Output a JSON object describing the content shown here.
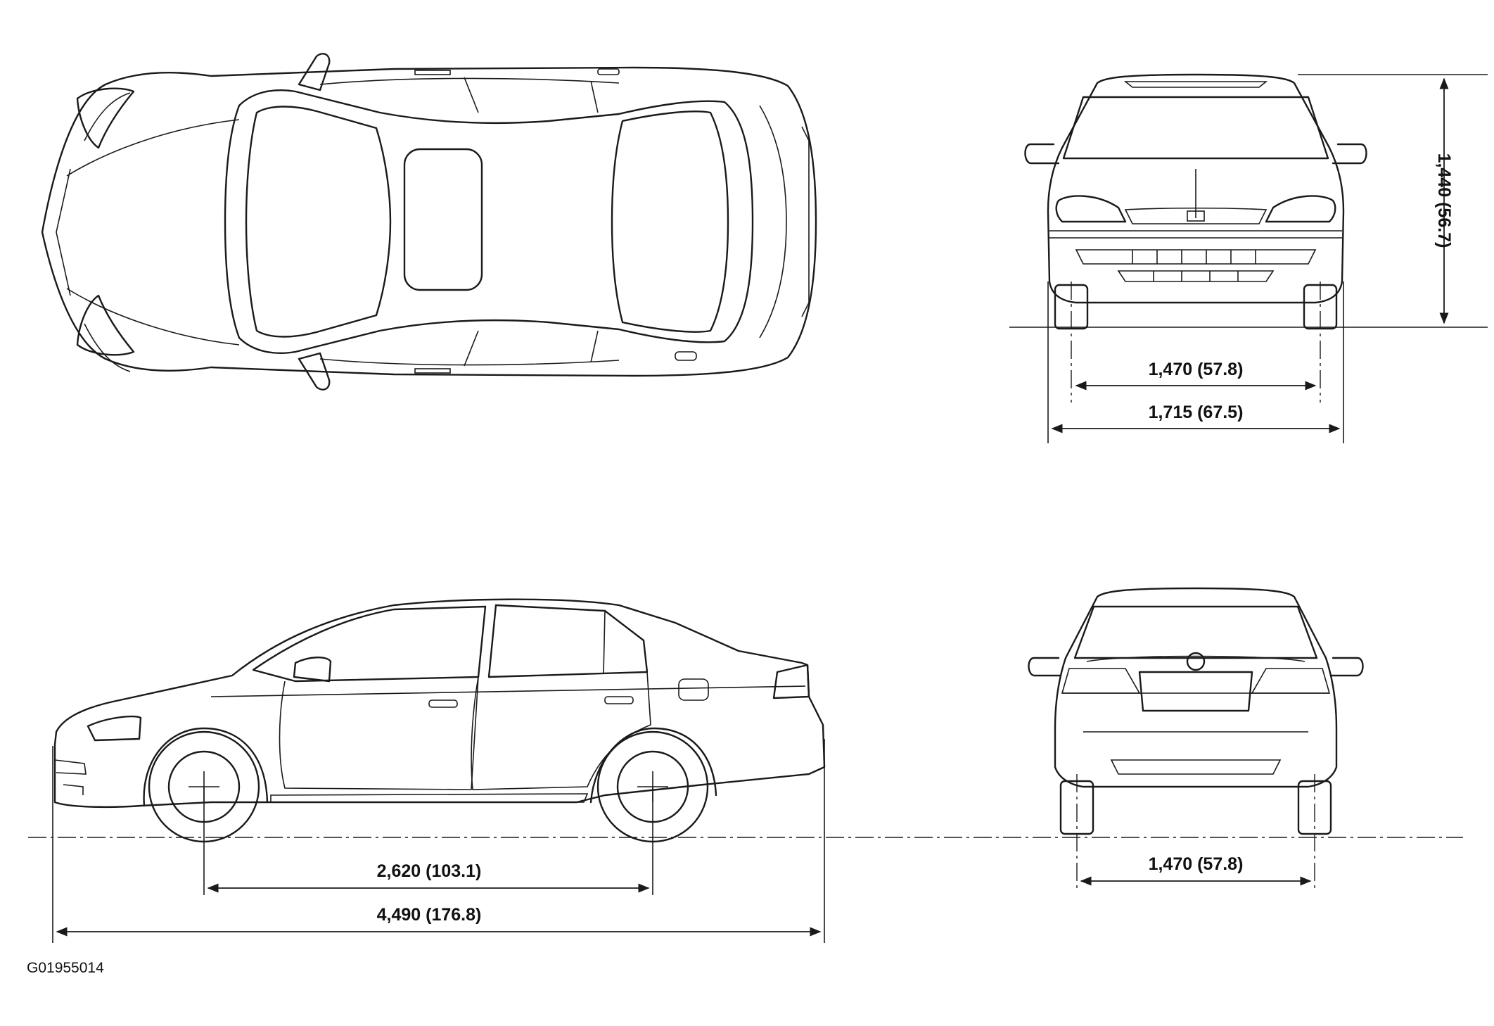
{
  "figure_id": "G01955014",
  "dimensions": {
    "front_track": "1,470 (57.8)",
    "overall_width": "1,715 (67.5)",
    "overall_height": "1,440 (56.7)",
    "wheelbase": "2,620 (103.1)",
    "overall_length": "4,490 (176.8)",
    "rear_track": "1,470 (57.8)"
  },
  "colors": {
    "line": "#1a1a1a",
    "background": "#ffffff"
  }
}
